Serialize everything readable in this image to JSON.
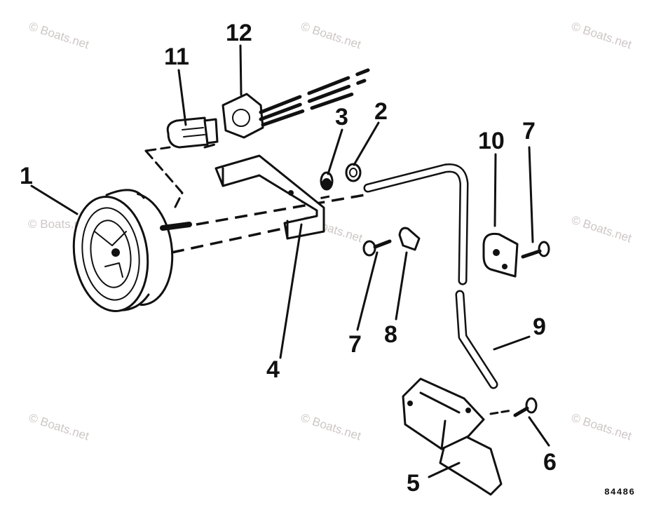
{
  "watermark": "© Boats.net",
  "diagram_code": "84486",
  "callouts": {
    "c1": "1",
    "c2": "2",
    "c3": "3",
    "c4": "4",
    "c5": "5",
    "c6": "6",
    "c7a": "7",
    "c7b": "7",
    "c8": "8",
    "c9": "9",
    "c10": "10",
    "c11": "11",
    "c12": "12"
  }
}
